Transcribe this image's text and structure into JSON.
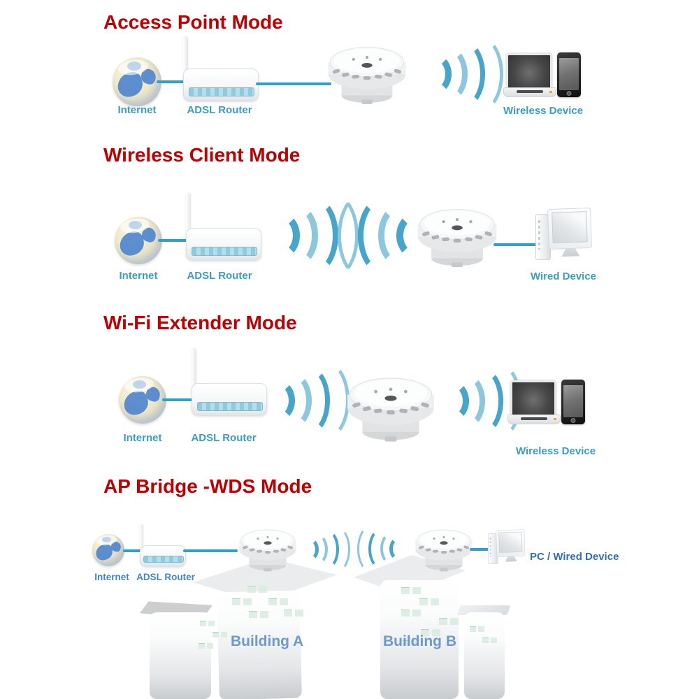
{
  "page": {
    "background": "#ffffff"
  },
  "colors": {
    "title_red": "#C00000",
    "label_teal": "#3A9DC4",
    "label_blue_s4": "#4285C8",
    "pc_label_blue": "#2F6FBF",
    "building_label_blue": "#5589CE",
    "wave_dark": "#46A5CB",
    "wave_light": "#8BC8DF",
    "wire_teal": "#2F9FCB"
  },
  "icons": {
    "globe": "internet-globe-icon",
    "router": "adsl-router-icon",
    "access_point": "access-point-icon",
    "wifi_waves": "wifi-waves-icon",
    "laptop": "laptop-icon",
    "smartphone": "smartphone-icon",
    "desktop_pc": "desktop-pc-icon",
    "building": "building-icon"
  },
  "sections": {
    "ap": {
      "title": "Access Point Mode",
      "internet": "Internet",
      "router": "ADSL Router",
      "device": "Wireless Device"
    },
    "client": {
      "title": "Wireless Client Mode",
      "internet": "Internet",
      "router": "ADSL Router",
      "device": "Wired Device"
    },
    "extender": {
      "title": "Wi-Fi Extender Mode",
      "internet": "Internet",
      "router": "ADSL Router",
      "device": "Wireless Device"
    },
    "bridge": {
      "title": "AP Bridge -WDS Mode",
      "internet": "Internet",
      "router": "ADSL Router",
      "device": "PC / Wired Device",
      "building_a": "Building A",
      "building_b": "Building B"
    }
  }
}
